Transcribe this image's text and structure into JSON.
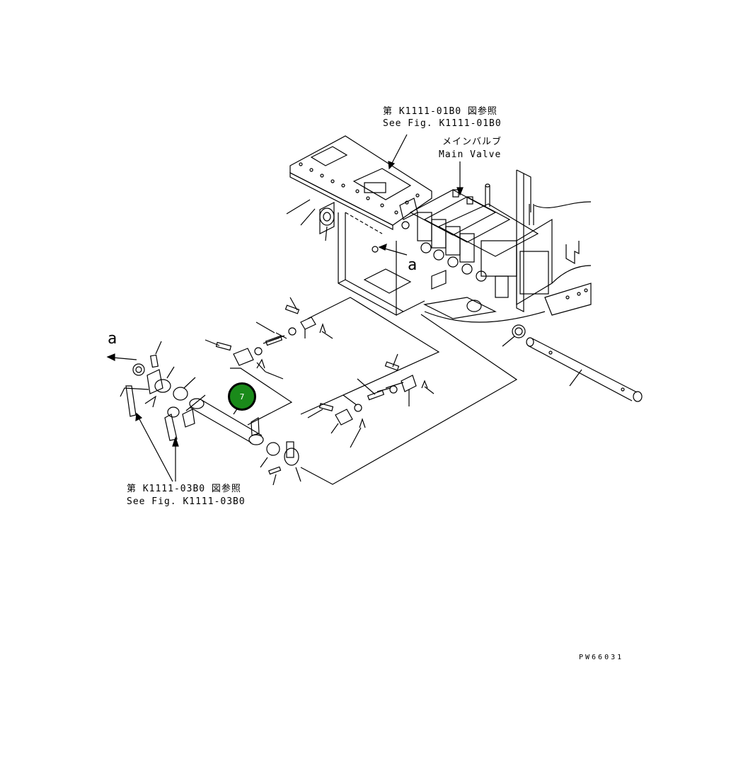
{
  "labels": {
    "ref_top_jp": "第 K1111-01B0 図参照",
    "ref_top_en": "See Fig. K1111-01B0",
    "main_valve_jp": "メインバルブ",
    "main_valve_en": "Main Valve",
    "view_a_left": "a",
    "view_a_right": "a",
    "ref_bottom_jp": "第 K1111-03B0 図参照",
    "ref_bottom_en": "See Fig. K1111-03B0",
    "drawing_code": "PW66031"
  },
  "callouts": [
    {
      "number": "7",
      "color": "#1a8a1a"
    }
  ]
}
